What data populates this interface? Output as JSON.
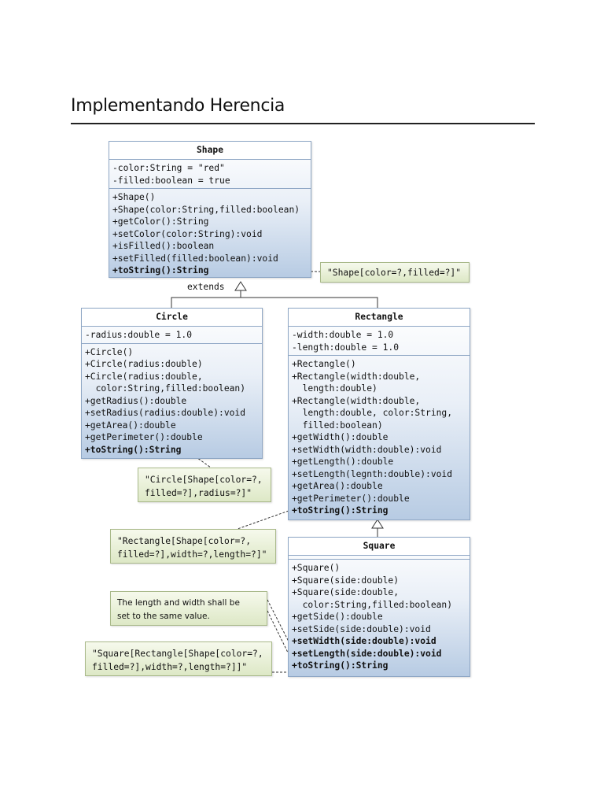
{
  "page": {
    "title": "Implementando Herencia"
  },
  "classes": {
    "shape": {
      "name": "Shape",
      "attributes": [
        "-color:String = \"red\"",
        "-filled:boolean = true"
      ],
      "methods": [
        "+Shape()",
        "+Shape(color:String,filled:boolean)",
        "+getColor():String",
        "+setColor(color:String):void",
        "+isFilled():boolean",
        "+setFilled(filled:boolean):void",
        "+toString():String"
      ]
    },
    "circle": {
      "name": "Circle",
      "attributes": [
        "-radius:double = 1.0"
      ],
      "methods": [
        "+Circle()",
        "+Circle(radius:double)",
        "+Circle(radius:double,",
        "  color:String,filled:boolean)",
        "+getRadius():double",
        "+setRadius(radius:double):void",
        "+getArea():double",
        "+getPerimeter():double",
        "+toString():String"
      ]
    },
    "rectangle": {
      "name": "Rectangle",
      "attributes": [
        "-width:double = 1.0",
        "-length:double = 1.0"
      ],
      "methods": [
        "+Rectangle()",
        "+Rectangle(width:double,",
        "  length:double)",
        "+Rectangle(width:double,",
        "  length:double, color:String,",
        "  filled:boolean)",
        "+getWidth():double",
        "+setWidth(width:double):void",
        "+getLength():double",
        "+setLength(legnth:double):void",
        "+getArea():double",
        "+getPerimeter():double",
        "+toString():String"
      ]
    },
    "square": {
      "name": "Square",
      "methods": [
        "+Square()",
        "+Square(side:double)",
        "+Square(side:double,",
        "  color:String,filled:boolean)",
        "+getSide():double",
        "+setSide(side:double):void",
        "+setWidth(side:double):void",
        "+setLength(side:double):void",
        "+toString():String"
      ]
    }
  },
  "relations": {
    "extends_label": "extends"
  },
  "notes": {
    "shape_tostring": [
      "\"Shape[color=?,filled=?]\""
    ],
    "circle_tostring": [
      "\"Circle[Shape[color=?,",
      "filled=?],radius=?]\""
    ],
    "rectangle_tostring": [
      "\"Rectangle[Shape[color=?,",
      "filled=?],width=?,length=?]\""
    ],
    "square_constraint": [
      "The length and width shall be",
      "set to the same value."
    ],
    "square_tostring": [
      "\"Square[Rectangle[Shape[color=?,",
      "filled=?],width=?,length=?]]\""
    ]
  }
}
